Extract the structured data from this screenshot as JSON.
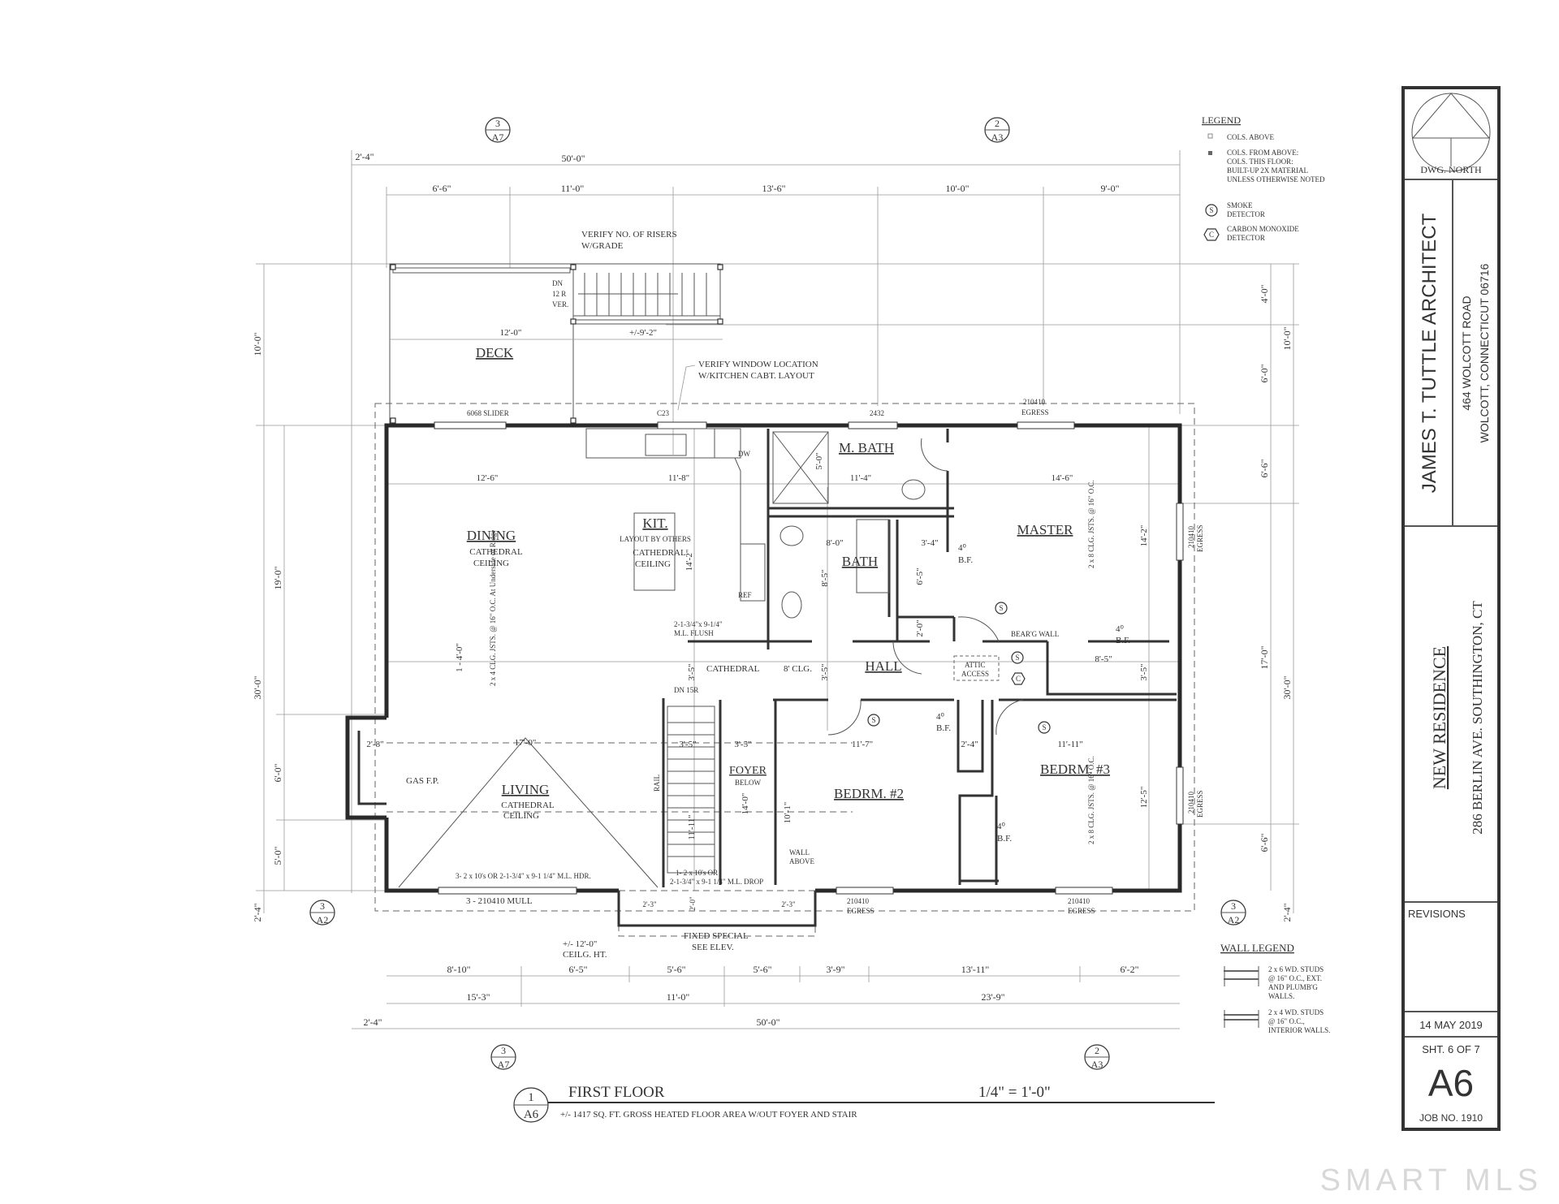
{
  "drawing": {
    "title": "FIRST FLOOR",
    "scale": "1/4\" = 1'-0\"",
    "detail_number": "1",
    "detail_sheet": "A6",
    "area_note": "+/- 1417 SQ. FT. GROSS HEATED FLOOR AREA W/OUT FOYER AND STAIR"
  },
  "section_markers": [
    {
      "number": "3",
      "sheet": "A7"
    },
    {
      "number": "2",
      "sheet": "A3"
    },
    {
      "number": "3",
      "sheet": "A7"
    },
    {
      "number": "2",
      "sheet": "A3"
    },
    {
      "number": "3",
      "sheet": "A2"
    },
    {
      "number": "3",
      "sheet": "A2"
    }
  ],
  "rooms": {
    "deck": "DECK",
    "dining": "DINING",
    "dining_note_1": "CATHEDRAL",
    "dining_note_2": "CEILING",
    "kitchen": "KIT.",
    "kitchen_note_1": "LAYOUT BY OTHERS",
    "kitchen_note_2": "CATHEDRAL",
    "kitchen_note_3": "CEILING",
    "master_bath": "M. BATH",
    "bath": "BATH",
    "master": "MASTER",
    "hall": "HALL",
    "living": "LIVING",
    "living_note_1": "CATHEDRAL",
    "living_note_2": "CEILING",
    "foyer": "FOYER",
    "foyer_note": "BELOW",
    "bedroom2": "BEDRM. #2",
    "bedroom3": "BEDRM. #3"
  },
  "notes": {
    "risers_1": "VERIFY NO. OF RISERS",
    "risers_2": "W/GRADE",
    "deck_stair_1": "DN",
    "deck_stair_2": "12 R",
    "deck_stair_3": "VER.",
    "window_1": "VERIFY WINDOW LOCATION",
    "window_2": "W/KITCHEN CABT. LAYOUT",
    "slider": "6068 SLIDER",
    "c23": "C23",
    "w2432": "2432",
    "egress_num": "210410",
    "egress": "EGRESS",
    "dw": "DW",
    "ref": "REF",
    "bf_num": "4⁰",
    "bf": "B.F.",
    "bearing_wall": "BEAR'G WALL",
    "cathedral": "CATHEDRAL",
    "clg8": "8' CLG.",
    "attic_1": "ATTIC",
    "attic_2": "ACCESS",
    "dn15": "DN  15R",
    "rail": "RAIL",
    "gas_fp": "GAS F.P.",
    "wall_above_1": "WALL",
    "wall_above_2": "ABOVE",
    "flush_1": "2-1-3/4\"x 9-1/4\"",
    "flush_2": "M.L. FLUSH",
    "hdr": "3- 2 x 10's OR 2-1-3/4\" x 9-1 1/4\" M.L. HDR.",
    "drop_1": "1- 2 x 10's OR",
    "drop_2": "2-1-3/4\" x 9-1 1/4\" M.L. DROP",
    "mull": "3 - 210410 MULL",
    "fixed_1": "FIXED SPECIAL",
    "fixed_2": "SEE ELEV.",
    "ceil_1": "+/- 12'-0\"",
    "ceil_2": "CEILG. HT.",
    "jsts_master": "2 x 8 CLG. JSTS. @ 16\" O.C.",
    "jsts_bed3": "2 x 8 CLG. JSTS. @ 16\" O.C.",
    "jsts_dining": "2 x 4 CLG. JSTS. @ 16\" O.C. At Underside of Ridge",
    "smoke": "S",
    "co": "C"
  },
  "dims": {
    "top_offset": "2'-4\"",
    "top_overall": "50'-0\"",
    "top_row": [
      "6'-6\"",
      "11'-0\"",
      "13'-6\"",
      "10'-0\"",
      "9'-0\""
    ],
    "deck_width": "12'-0\"",
    "deck_stair": "+/-9'-2\"",
    "interior_row": [
      "12'-6\"",
      "11'-8\"",
      "11'-4\"",
      "14'-6\""
    ],
    "kit_depth": "14'-2\"",
    "master_depth": "14'-2\"",
    "bath_width": "8'-0\"",
    "bath_depth": "8'-5\"",
    "closet_w": "3'-4\"",
    "closet_d": "6'-5\"",
    "linen_d": "2'-0\"",
    "mb_depth": "5'-0\"",
    "hall_a": "3'-5\"",
    "hall_b": "3'-5\"",
    "hall_c": "3'-5\"",
    "hall_d": "8'-5\"",
    "dining_beam": "1 - 4'-0\"",
    "fp": "2'-8\"",
    "living_w": "17'-0\"",
    "stair_w": "3'-5\"",
    "foyer_w": "3'-5\"",
    "bed2_w": "11'-7\"",
    "bed_gap": "2'-4\"",
    "bed3_w": "11'-11\"",
    "foyer_d": "14'-0\"",
    "stair_run": "11'-11\"",
    "bed2_d": "10'-1\"",
    "bed3_d": "12'-5\"",
    "entry_a": "2'-3\"",
    "entry_b": "2'-0\"",
    "entry_c": "2'-3\"",
    "bottom_row1": [
      "8'-10\"",
      "6'-5\"",
      "5'-6\"",
      "5'-6\"",
      "3'-9\"",
      "13'-11\"",
      "6'-2\""
    ],
    "bottom_row2": [
      "15'-3\"",
      "11'-0\"",
      "23'-9\""
    ],
    "bottom_offset": "2'-4\"",
    "bottom_overall": "50'-0\"",
    "left_deck": "10'-0\"",
    "left_overall": "30'-0\"",
    "left_row": [
      "19'-0\"",
      "6'-0\"",
      "5'-0\""
    ],
    "left_offset": "2'-4\"",
    "right_row": [
      "4'-0\"",
      "6'-0\"",
      "6'-6\"",
      "17'-0\"",
      "6'-6\""
    ],
    "right_deck": "10'-0\"",
    "right_overall": "30'-0\"",
    "right_offset": "2'-4\""
  },
  "legend": {
    "title": "LEGEND",
    "cols_above": "COLS. ABOVE",
    "cols_from_1": "COLS. FROM ABOVE:",
    "cols_from_2": "COLS. THIS FLOOR:",
    "cols_from_3": "BUILT-UP 2X MATERIAL",
    "cols_from_4": "UNLESS OTHERWISE NOTED",
    "smoke_1": "SMOKE",
    "smoke_2": "DETECTOR",
    "co_1": "CARBON MONOXIDE",
    "co_2": "DETECTOR"
  },
  "wall_legend": {
    "title": "WALL LEGEND",
    "ext_1": "2 x 6 WD. STUDS",
    "ext_2": "@ 16\" O.C., EXT.",
    "ext_3": "AND PLUMB'G",
    "ext_4": "WALLS.",
    "int_1": "2 x 4 WD. STUDS",
    "int_2": "@ 16\" O.C.,",
    "int_3": "INTERIOR  WALLS."
  },
  "title_block": {
    "north": "DWG. NORTH",
    "architect": "JAMES T. TUTTLE  ARCHITECT",
    "address_1": "464 WOLCOTT ROAD",
    "address_2": "WOLCOTT, CONNECTICUT 06716",
    "project": "NEW RESIDENCE",
    "project_address": "286 BERLIN AVE.    SOUTHINGTON, CT",
    "revisions": "REVISIONS",
    "date": "14  MAY  2019",
    "sheet_of": "SHT. 6  OF  7",
    "sheet": "A6",
    "job": "JOB NO. 1910"
  },
  "watermark": "SMART MLS"
}
